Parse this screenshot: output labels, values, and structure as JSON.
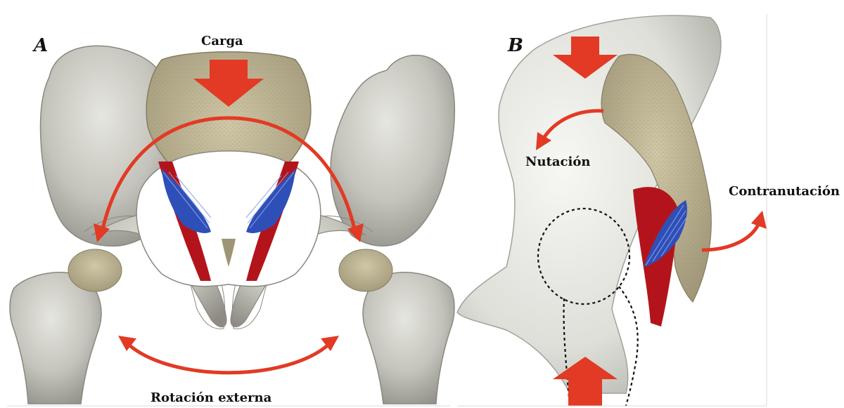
{
  "panels": {
    "a": {
      "letter": "A",
      "load_label": "Carga",
      "rotation_label": "Rotación externa"
    },
    "b": {
      "letter": "B",
      "nutation_label": "Nutación",
      "counternutation_label": "Contranutación"
    }
  },
  "colors": {
    "arrow": "#e23a24",
    "bone": "#c9c9c2",
    "bone_shadow": "#8f8d85",
    "bone_texture": "#b3a884",
    "muscle_red": "#b3141c",
    "ligament_blue": "#2f4fb8",
    "background": "#ffffff"
  }
}
